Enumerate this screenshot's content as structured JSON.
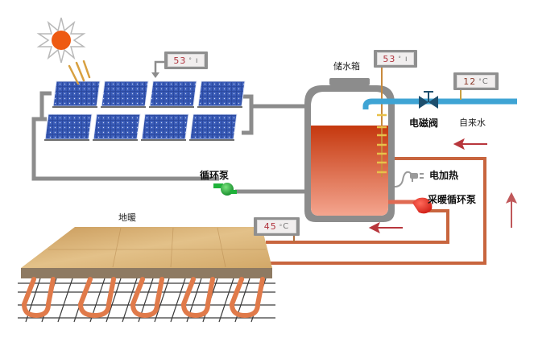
{
  "diagram": {
    "title": "Solar water heating with floor heating system",
    "labels": {
      "storage_tank": "储水箱",
      "solenoid_valve": "电磁阀",
      "tap_water": "自来水",
      "electric_heating": "电加热",
      "heating_circulation_pump": "采暖循环泵",
      "circulation_pump": "循环泵",
      "floor_heating": "地暖"
    },
    "gauges": {
      "collector": {
        "value": "53",
        "unit_mark": "°",
        "unit_tail": "ı"
      },
      "tank": {
        "value": "53",
        "unit_mark": "°",
        "unit_tail": "ı"
      },
      "tap_water": {
        "value": "12",
        "unit_mark": "°",
        "unit_tail": "C"
      },
      "floor_return": {
        "value": "45",
        "unit_mark": "°",
        "unit_tail": "C"
      }
    },
    "solar_panels": {
      "rows": 2,
      "columns": 4
    },
    "colors": {
      "pipe_gray": "#8c8c8c",
      "pipe_cold": "#3fa4d4",
      "pipe_hot": "#c8653e",
      "water_top": "#c5380e",
      "water_bottom": "#f3a08a",
      "panel_blue": "#2e4a9e",
      "sun": "#ee5a12",
      "pump_green": "#1fb23a",
      "pump_red": "#e8312a",
      "arrow_red": "#b8363c",
      "floor_wood": "#d9b47a"
    },
    "flow_arrows": [
      "left",
      "left",
      "up"
    ]
  }
}
